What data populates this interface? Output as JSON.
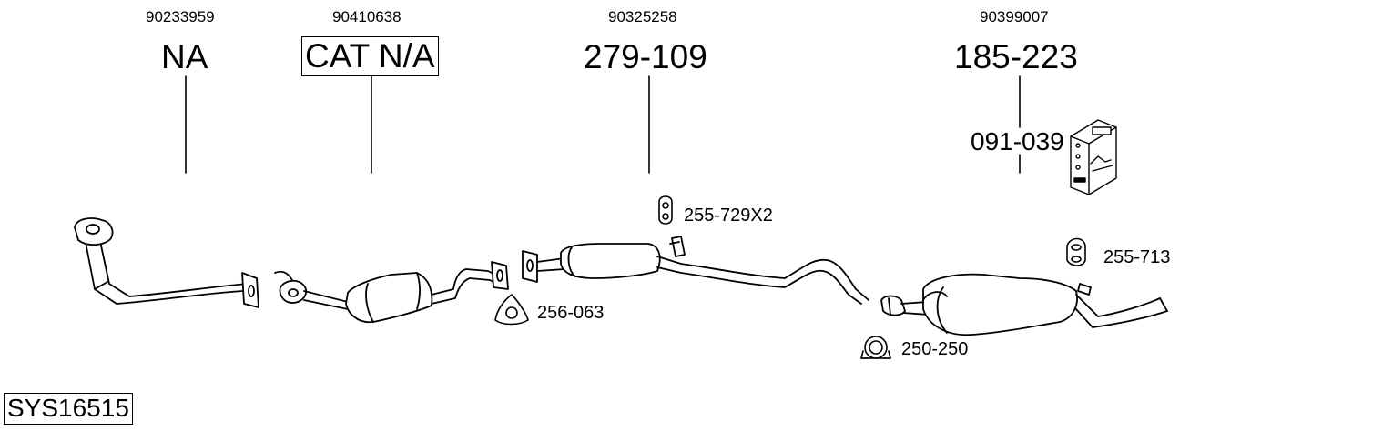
{
  "system_code": "SYS16515",
  "parts": [
    {
      "oem": "90233959",
      "code": "NA"
    },
    {
      "oem": "90410638",
      "code": "CAT N/A"
    },
    {
      "oem": "90325258",
      "code": "279-109"
    },
    {
      "oem": "90399007",
      "code": "185-223"
    }
  ],
  "fitting_kit": {
    "code": "091-039",
    "icon": "fitting-kit-box-icon"
  },
  "accessories": [
    {
      "code": "255-729X2",
      "icon": "rubber-hanger-icon"
    },
    {
      "code": "256-063",
      "icon": "gasket-icon"
    },
    {
      "code": "255-713",
      "icon": "rubber-mount-icon"
    },
    {
      "code": "250-250",
      "icon": "clamp-icon"
    }
  ],
  "colors": {
    "line": "#000000",
    "background": "#ffffff"
  }
}
